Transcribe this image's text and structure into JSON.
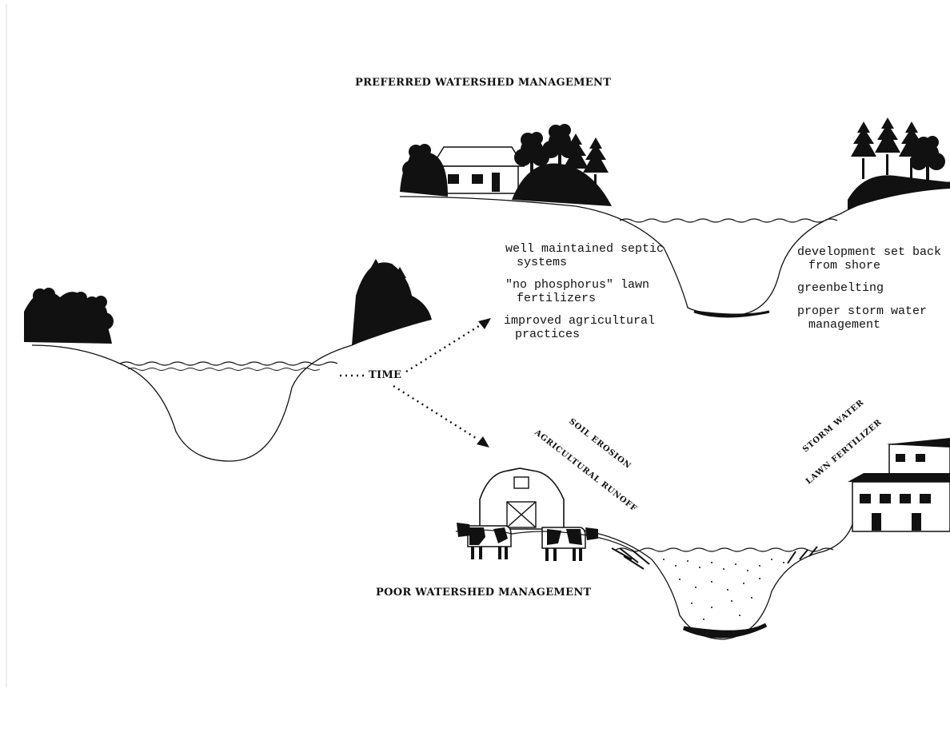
{
  "titles": {
    "preferred": "PREFERRED WATERSHED MANAGEMENT",
    "poor": "POOR WATERSHED MANAGEMENT",
    "time": "TIME"
  },
  "preferred_practices_left": [
    {
      "line1": "well maintained septic",
      "line2": "systems"
    },
    {
      "line1": "\"no phosphorus\" lawn",
      "line2": "fertilizers"
    },
    {
      "line1": "improved agricultural",
      "line2": "practices"
    }
  ],
  "preferred_practices_right": [
    {
      "line1": "development set back",
      "line2": "from shore"
    },
    {
      "line1": "greenbelting",
      "line2": ""
    },
    {
      "line1": "proper storm water",
      "line2": "management"
    }
  ],
  "pollution_sources": {
    "soil_erosion": "SOIL EROSION",
    "agricultural_runoff": "AGRICULTURAL RUNOFF",
    "storm_water": "STORM WATER",
    "lawn_fertilizer": "LAWN FERTILIZER"
  },
  "colors": {
    "ink": "#111111",
    "background": "#ffffff"
  }
}
